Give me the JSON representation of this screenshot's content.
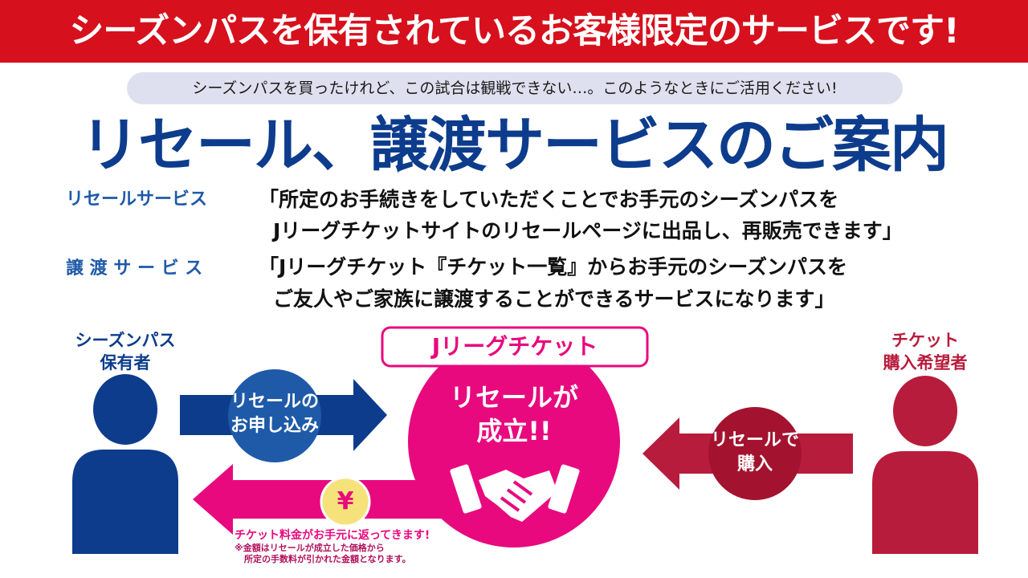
{
  "banner": {
    "text": "シーズンパスを保有されているお客様限定のサービスです!"
  },
  "intro": {
    "text": "シーズンパスを買ったけれど、この試合は観戦できない…。このようなときにご活用ください!"
  },
  "title": "リセール、譲渡サービスのご案内",
  "services": [
    {
      "label": "リセールサービス",
      "line1": "「所定のお手続きをしていただくことでお手元のシーズンパスを",
      "line2": "Jリーグチケットサイトのリセールページに出品し、再販売できます」"
    },
    {
      "label": "譲 渡 サ ー ビ ス",
      "line1": "「Jリーグチケット『チケット一覧』からお手元のシーズンパスを",
      "line2": "ご友人やご家族に譲渡することができるサービスになります」"
    }
  ],
  "holder": {
    "line1": "シーズンパス",
    "line2": "保有者"
  },
  "buyer": {
    "line1": "チケット",
    "line2": "購入希望者"
  },
  "platform": {
    "name": "Jリーグチケット",
    "center_line1": "リセールが",
    "center_line2": "成立!!"
  },
  "arrow_apply": {
    "line1": "リセールの",
    "line2": "お申し込み"
  },
  "arrow_buy": {
    "line1": "リセールで",
    "line2": "購入"
  },
  "refund": {
    "yen_symbol": "¥",
    "text": "チケット料金がお手元に返ってきます!",
    "note1": "※金額はリセールが成立した価格から",
    "note2": "所定の手数料が引かれた金額となります。"
  },
  "colors": {
    "red": "#d6101d",
    "navy": "#0d3c8c",
    "blue": "#1f5aa8",
    "magenta": "#e8097e",
    "crimson": "#b81c3c",
    "pill": "#dfe0ef",
    "yellow": "#f6e27a"
  },
  "icons": {
    "holder": "person-icon",
    "buyer": "person-icon",
    "deal": "handshake-icon"
  }
}
